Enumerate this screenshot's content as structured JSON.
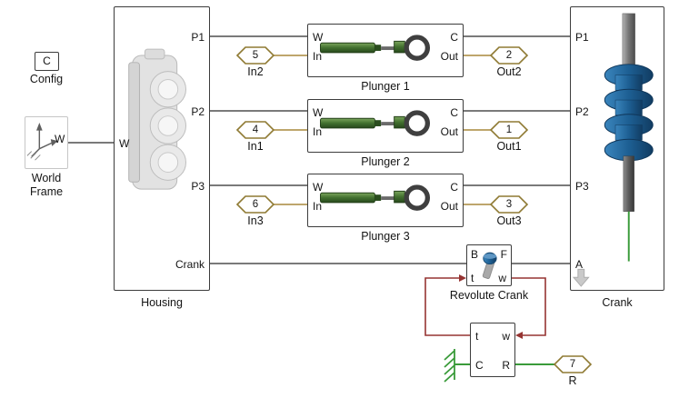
{
  "blocks": {
    "config": {
      "label": "Config",
      "port_c": "C"
    },
    "world_frame": {
      "label": "World Frame",
      "port_w": "W"
    },
    "housing": {
      "label": "Housing",
      "port_w": "W",
      "port_p1": "P1",
      "port_p2": "P2",
      "port_p3": "P3",
      "port_crank": "Crank"
    },
    "plunger1": {
      "label": "Plunger 1"
    },
    "plunger2": {
      "label": "Plunger 2"
    },
    "plunger3": {
      "label": "Plunger 3"
    },
    "plunger_ports": {
      "w": "W",
      "in": "In",
      "c": "C",
      "out": "Out"
    },
    "crank": {
      "label": "Crank",
      "port_p1": "P1",
      "port_p2": "P2",
      "port_p3": "P3",
      "port_a": "A"
    },
    "revolute": {
      "label": "Revolute Crank",
      "port_b": "B",
      "port_f": "F",
      "port_t": "t",
      "port_w": "w"
    },
    "interface": {
      "port_t": "t",
      "port_w": "w",
      "port_c": "C",
      "port_r": "R"
    }
  },
  "io_ports": {
    "in2": {
      "number": "5",
      "label": "In2"
    },
    "in1": {
      "number": "4",
      "label": "In1"
    },
    "in3": {
      "number": "6",
      "label": "In3"
    },
    "out2": {
      "number": "2",
      "label": "Out2"
    },
    "out1": {
      "number": "1",
      "label": "Out1"
    },
    "out3": {
      "number": "3",
      "label": "Out3"
    },
    "r": {
      "number": "7",
      "label": "R"
    }
  },
  "colors": {
    "physical_wire": "#4f4f4f",
    "signal_wire": "#a9893b",
    "actuation_wire": "#963432",
    "mechanical_wire": "#3a9b3a",
    "io_border": "#8f7a33",
    "crank_blue": "#1d5f93",
    "plunger_green": "#41702f"
  }
}
